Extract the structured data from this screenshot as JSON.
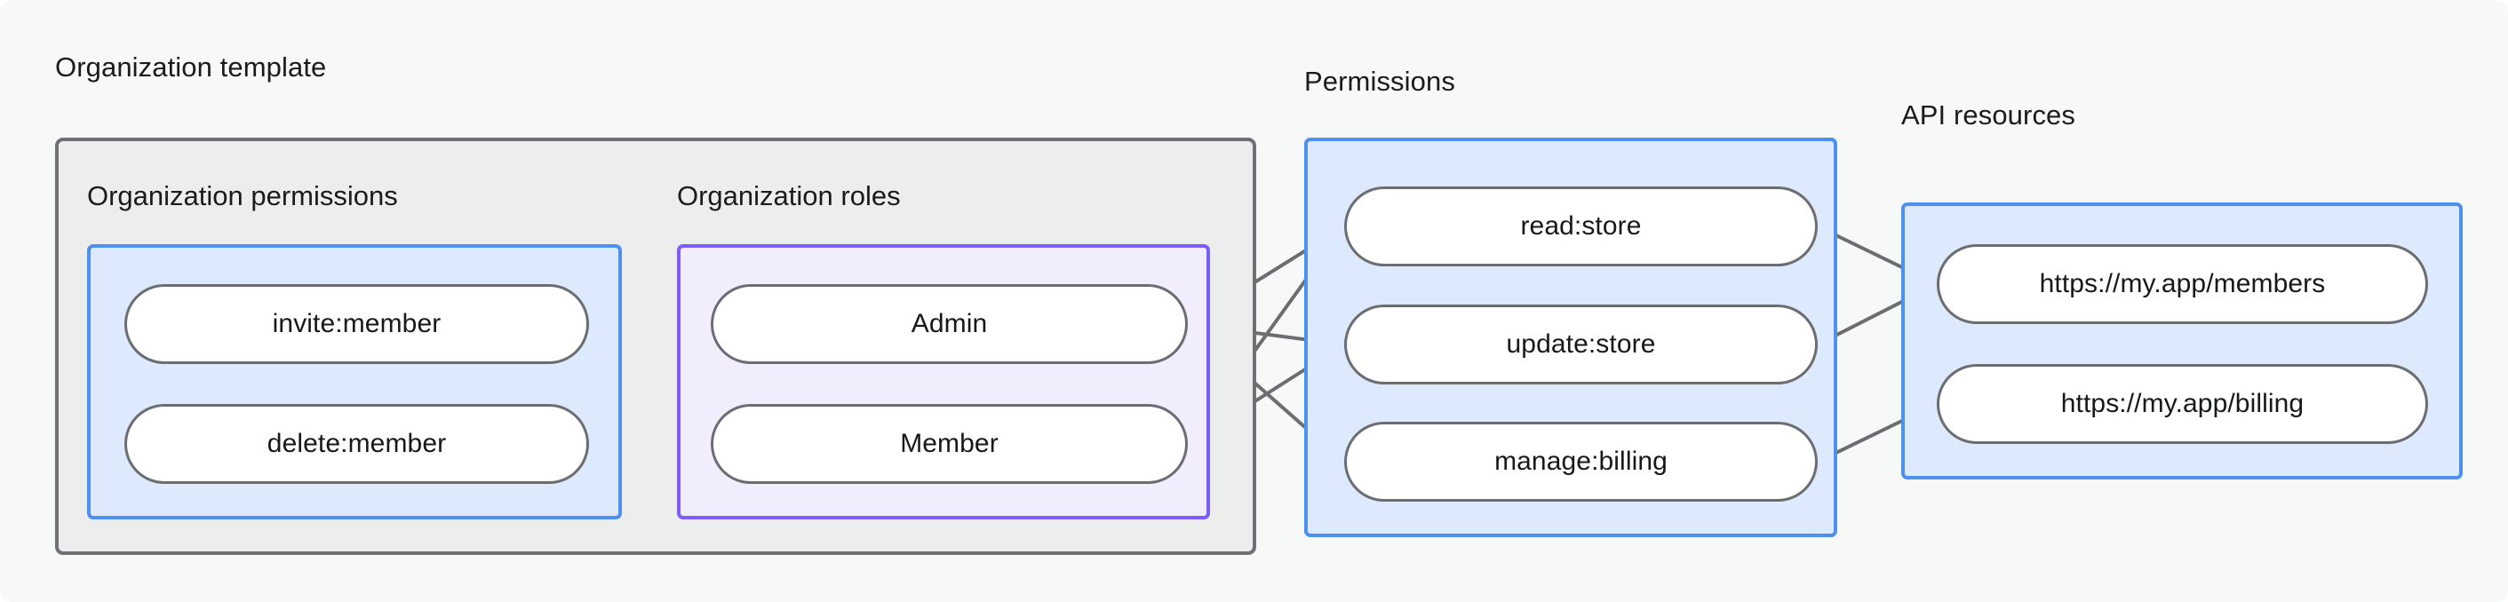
{
  "diagram": {
    "title_bg": "#f7f8f8",
    "groups": [
      {
        "id": "organization-template",
        "label": "Organization template",
        "border": "#6f7175",
        "fill": "#ededed",
        "subgroups": [
          {
            "id": "organization-permissions",
            "label": "Organization permissions",
            "border": "#4d90f0",
            "fill": "#ddeafd",
            "nodes": [
              {
                "id": "invite-member",
                "label": "invite:member"
              },
              {
                "id": "delete-member",
                "label": "delete:member"
              }
            ]
          },
          {
            "id": "organization-roles",
            "label": "Organization roles",
            "border": "#7c5cfa",
            "fill": "#f2edfd",
            "nodes": [
              {
                "id": "admin",
                "label": "Admin"
              },
              {
                "id": "member",
                "label": "Member"
              }
            ]
          }
        ]
      },
      {
        "id": "permissions",
        "label": "Permissions",
        "border": "#4d90f0",
        "fill": "#ddeafd",
        "nodes": [
          {
            "id": "read-store",
            "label": "read:store"
          },
          {
            "id": "update-store",
            "label": "update:store"
          },
          {
            "id": "manage-billing",
            "label": "manage:billing"
          }
        ]
      },
      {
        "id": "api-resources",
        "label": "API resources",
        "border": "#4d90f0",
        "fill": "#ddeafd",
        "nodes": [
          {
            "id": "members-url",
            "label": "https://my.app/members"
          },
          {
            "id": "billing-url",
            "label": "https://my.app/billing"
          }
        ]
      }
    ],
    "edge_color": "#6b6d70",
    "edges": [
      {
        "from": "invite-member",
        "to": "admin"
      },
      {
        "from": "invite-member",
        "to": "member"
      },
      {
        "from": "delete-member",
        "to": "member"
      },
      {
        "from": "admin",
        "to": "read-store"
      },
      {
        "from": "admin",
        "to": "update-store"
      },
      {
        "from": "admin",
        "to": "manage-billing"
      },
      {
        "from": "member",
        "to": "read-store"
      },
      {
        "from": "member",
        "to": "update-store"
      },
      {
        "from": "read-store",
        "to": "members-url"
      },
      {
        "from": "update-store",
        "to": "members-url"
      },
      {
        "from": "manage-billing",
        "to": "billing-url"
      }
    ]
  }
}
